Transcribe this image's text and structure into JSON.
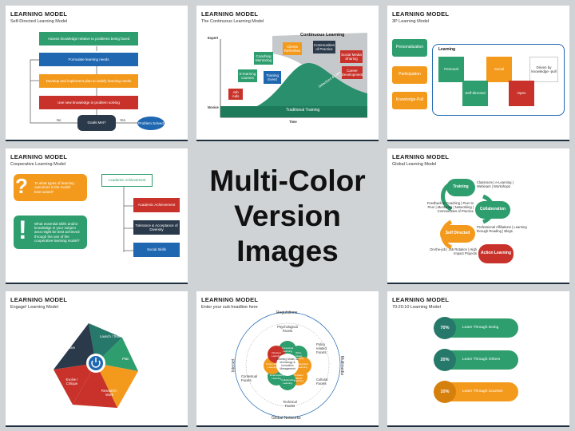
{
  "headline": {
    "line1": "Multi-Color",
    "line2": "Version Images"
  },
  "slides": [
    {
      "title": "LEARNING MODEL",
      "subtitle": "Self-Directed Learning Model",
      "steps": [
        "Assess knowledge relative to problems being faced",
        "Formulate learning needs",
        "Develop and implement plan to satisfy learning needs",
        "Use new knowledge in problem solving"
      ],
      "decision": "Goals Met?",
      "no_label": "No",
      "yes_label": "Yes",
      "end": "Problem Solved"
    },
    {
      "title": "LEARNING MODEL",
      "subtitle": "The Continuous Learning Model",
      "y_top": "Expert",
      "y_bottom": "Novice",
      "x_label": "Time",
      "band_label": "Continuous Learning",
      "curve_label": "Selections & Lore",
      "base_label": "Traditional Training",
      "boxes": [
        "Job Aids",
        "E-learning courses",
        "Coaching Mentoring",
        "Training Event",
        "Clients Refreshes",
        "Communities of Practice",
        "Social Media Sharing",
        "Career Development"
      ]
    },
    {
      "title": "LEARNING MODEL",
      "subtitle": "3P Learning Model",
      "left": [
        "Personalization",
        "Participation",
        "Knowledge-Pull"
      ],
      "learning_label": "Learning",
      "tiles": [
        "Personal",
        "Social",
        "Driven by knowledge -pull",
        "Self-directed",
        "Open"
      ]
    },
    {
      "title": "LEARNING MODEL",
      "subtitle": "Cooperative Learning Model",
      "q1": "To what types of learning outcomes is the model best suited?",
      "q2": "What essential skills and/or knowledge in your subject area might be best achieved through the use of the cooperative learning model?",
      "mark1": "?",
      "mark2": "!",
      "root": "Academic Achievement",
      "branches": [
        "Academic Achievement",
        "Tolerance & Acceptance of Diversity",
        "Social Skills"
      ]
    },
    {
      "title": "LEARNING MODEL",
      "subtitle": "Global Learning Model",
      "stages": [
        "Training",
        "Collaboration",
        "Self Directed",
        "Action Learning"
      ],
      "notes": [
        "Classroom | e-Learning | Webinars | Workshops",
        "Feedback & Coaching | Peer to Peer | Mentoring | Networking | Communities of Practice",
        "Professional Affiliations | Learning through Reading | Blogs",
        "On-the-job | Job Rotation | High Impact Projects"
      ]
    },
    {
      "title": "LEARNING MODEL",
      "subtitle": "Engage! Learning Model",
      "segments": [
        "Launch / Team",
        "Plan",
        "Research / Work",
        "Evolve / Critique",
        "Share"
      ]
    },
    {
      "title": "LEARNING MODEL",
      "subtitle": "Enter your sub headline here",
      "outer": [
        "Regulations",
        "Multimedia",
        "Global Networks",
        "Internet"
      ],
      "mid": [
        "Psychological Facets",
        "Policy related Facets",
        "Cultural Facets",
        "Technical Facets",
        "Contextual Facets"
      ],
      "center": "Learning Model for technology & Innovation Management",
      "petals": [
        "Contextual Learning",
        "Work-based Learning",
        "Integrated Learning",
        "Problem Based Learning",
        "Collaborative Learning",
        "Emancipatory Learning",
        "Cooperative Learning",
        "Directed Learning"
      ]
    },
    {
      "title": "LEARNING MODEL",
      "subtitle": "70:20:10 Learning Model",
      "rows": [
        {
          "pct": "70%",
          "text": "Learn Through Doing"
        },
        {
          "pct": "20%",
          "text": "Learn Through Others"
        },
        {
          "pct": "10%",
          "text": "Learn Through Courses"
        }
      ]
    }
  ],
  "colors": {
    "green": "#2e9e6e",
    "orange": "#f39a1d",
    "red": "#c8322a",
    "blue": "#1f67b1",
    "teal": "#26786a",
    "darkred": "#b73a34",
    "navy": "#2b3a4a"
  }
}
